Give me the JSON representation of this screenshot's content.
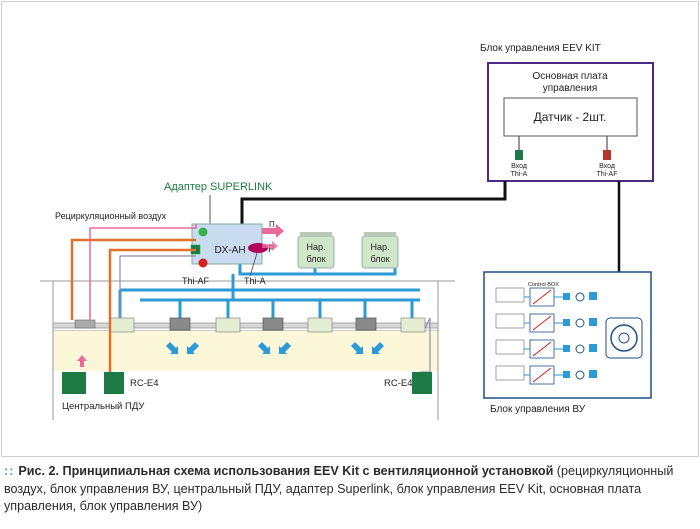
{
  "labels": {
    "eev_block_title": "Блок управления EEV KIT",
    "main_board_line1": "Основная плата",
    "main_board_line2": "управления",
    "sensor": "Датчик - 2шт.",
    "input_thi_a_line1": "Вход",
    "input_thi_a_line2": "Thi-A",
    "input_thi_af_line1": "Вход",
    "input_thi_af_line2": "Thi-AF",
    "superlink_adapter": "Адаптер SUPERLINK",
    "recirc_air": "Рециркуляционный воздух",
    "dx_ah": "DX-AH",
    "p_top": "П",
    "p_mid": "P",
    "thi_af": "Thi-AF",
    "thi_a": "Thi-A",
    "outdoor1_line1": "Нар.",
    "outdoor1_line2": "блок",
    "outdoor2_line1": "Нар.",
    "outdoor2_line2": "блок",
    "rc_e4_left": "RC-E4",
    "rc_e4_right": "RC-E4",
    "central_pdu": "Центральный ПДУ",
    "vu_block": "Блок управления ВУ",
    "control_box": "Control BOX"
  },
  "caption": {
    "dots": "::",
    "bold": "Рис. 2. Принципиальная схема использования EEV Kit с вентиляционной установкой",
    "rest": " (рециркуляционный воздух, блок управления ВУ, центральный ПДУ, адаптер Superlink, блок управления EEV Kit, основная плата управления, блок управления ВУ)"
  },
  "colors": {
    "pipe_blue": "#2b9ad6",
    "wire_black": "#111111",
    "wire_orange": "#e0702a",
    "box_purple": "#4a2a86",
    "box_blue": "#1f4f86",
    "green_dark": "#1d7a45",
    "pink": "#e86a9a",
    "red_dot": "#d62020",
    "green_dot": "#35b04a"
  }
}
